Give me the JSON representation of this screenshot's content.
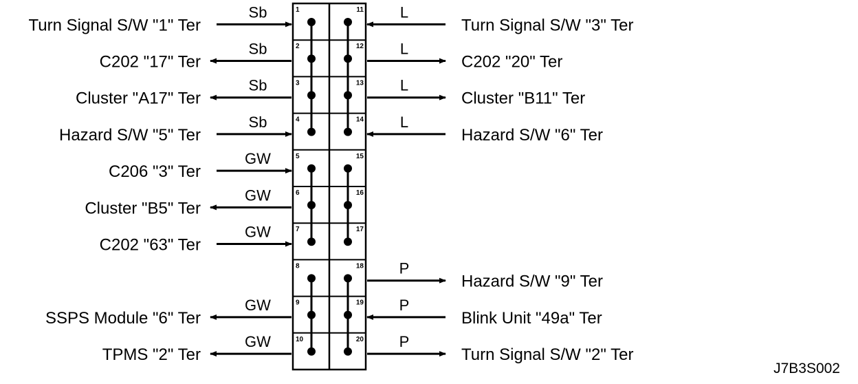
{
  "drawing_code": "J7B3S002",
  "connector": {
    "left_pins": [
      "1",
      "2",
      "3",
      "4",
      "5",
      "6",
      "7",
      "8",
      "9",
      "10"
    ],
    "right_pins": [
      "11",
      "12",
      "13",
      "14",
      "15",
      "16",
      "17",
      "18",
      "19",
      "20"
    ],
    "left_groups": [
      [
        0,
        3
      ],
      [
        4,
        6
      ],
      [
        7,
        9
      ]
    ],
    "right_groups": [
      [
        0,
        3
      ],
      [
        4,
        6
      ],
      [
        7,
        9
      ]
    ]
  },
  "left_connections": [
    {
      "row": 0,
      "label": "Turn Signal S/W  \"1\" Ter",
      "wire": "Sb",
      "direction": "in"
    },
    {
      "row": 1,
      "label": "C202  \"17\" Ter",
      "wire": "Sb",
      "direction": "out"
    },
    {
      "row": 2,
      "label": "Cluster  \"A17\" Ter",
      "wire": "Sb",
      "direction": "out"
    },
    {
      "row": 3,
      "label": "Hazard S/W  \"5\" Ter",
      "wire": "Sb",
      "direction": "in"
    },
    {
      "row": 4,
      "label": "C206  \"3\" Ter",
      "wire": "GW",
      "direction": "in"
    },
    {
      "row": 5,
      "label": "Cluster  \"B5\" Ter",
      "wire": "GW",
      "direction": "out"
    },
    {
      "row": 6,
      "label": "C202  \"63\" Ter",
      "wire": "GW",
      "direction": "in"
    },
    {
      "row": 8,
      "label": "SSPS Module \"6\" Ter",
      "wire": "GW",
      "direction": "out"
    },
    {
      "row": 9,
      "label": "TPMS \"2\" Ter",
      "wire": "GW",
      "direction": "out"
    }
  ],
  "right_connections": [
    {
      "row": 0,
      "label": "Turn Signal S/W  \"3\" Ter",
      "wire": "L",
      "direction": "in"
    },
    {
      "row": 1,
      "label": "C202  \"20\" Ter",
      "wire": "L",
      "direction": "out"
    },
    {
      "row": 2,
      "label": "Cluster  \"B11\" Ter",
      "wire": "L",
      "direction": "out"
    },
    {
      "row": 3,
      "label": "Hazard S/W  \"6\" Ter",
      "wire": "L",
      "direction": "in"
    },
    {
      "row": 7,
      "label": "Hazard S/W  \"9\" Ter",
      "wire": "P",
      "direction": "out"
    },
    {
      "row": 8,
      "label": "Blink Unit  \"49a\" Ter",
      "wire": "P",
      "direction": "in"
    },
    {
      "row": 9,
      "label": "Turn Signal S/W  \"2\" Ter",
      "wire": "P",
      "direction": "out"
    }
  ]
}
